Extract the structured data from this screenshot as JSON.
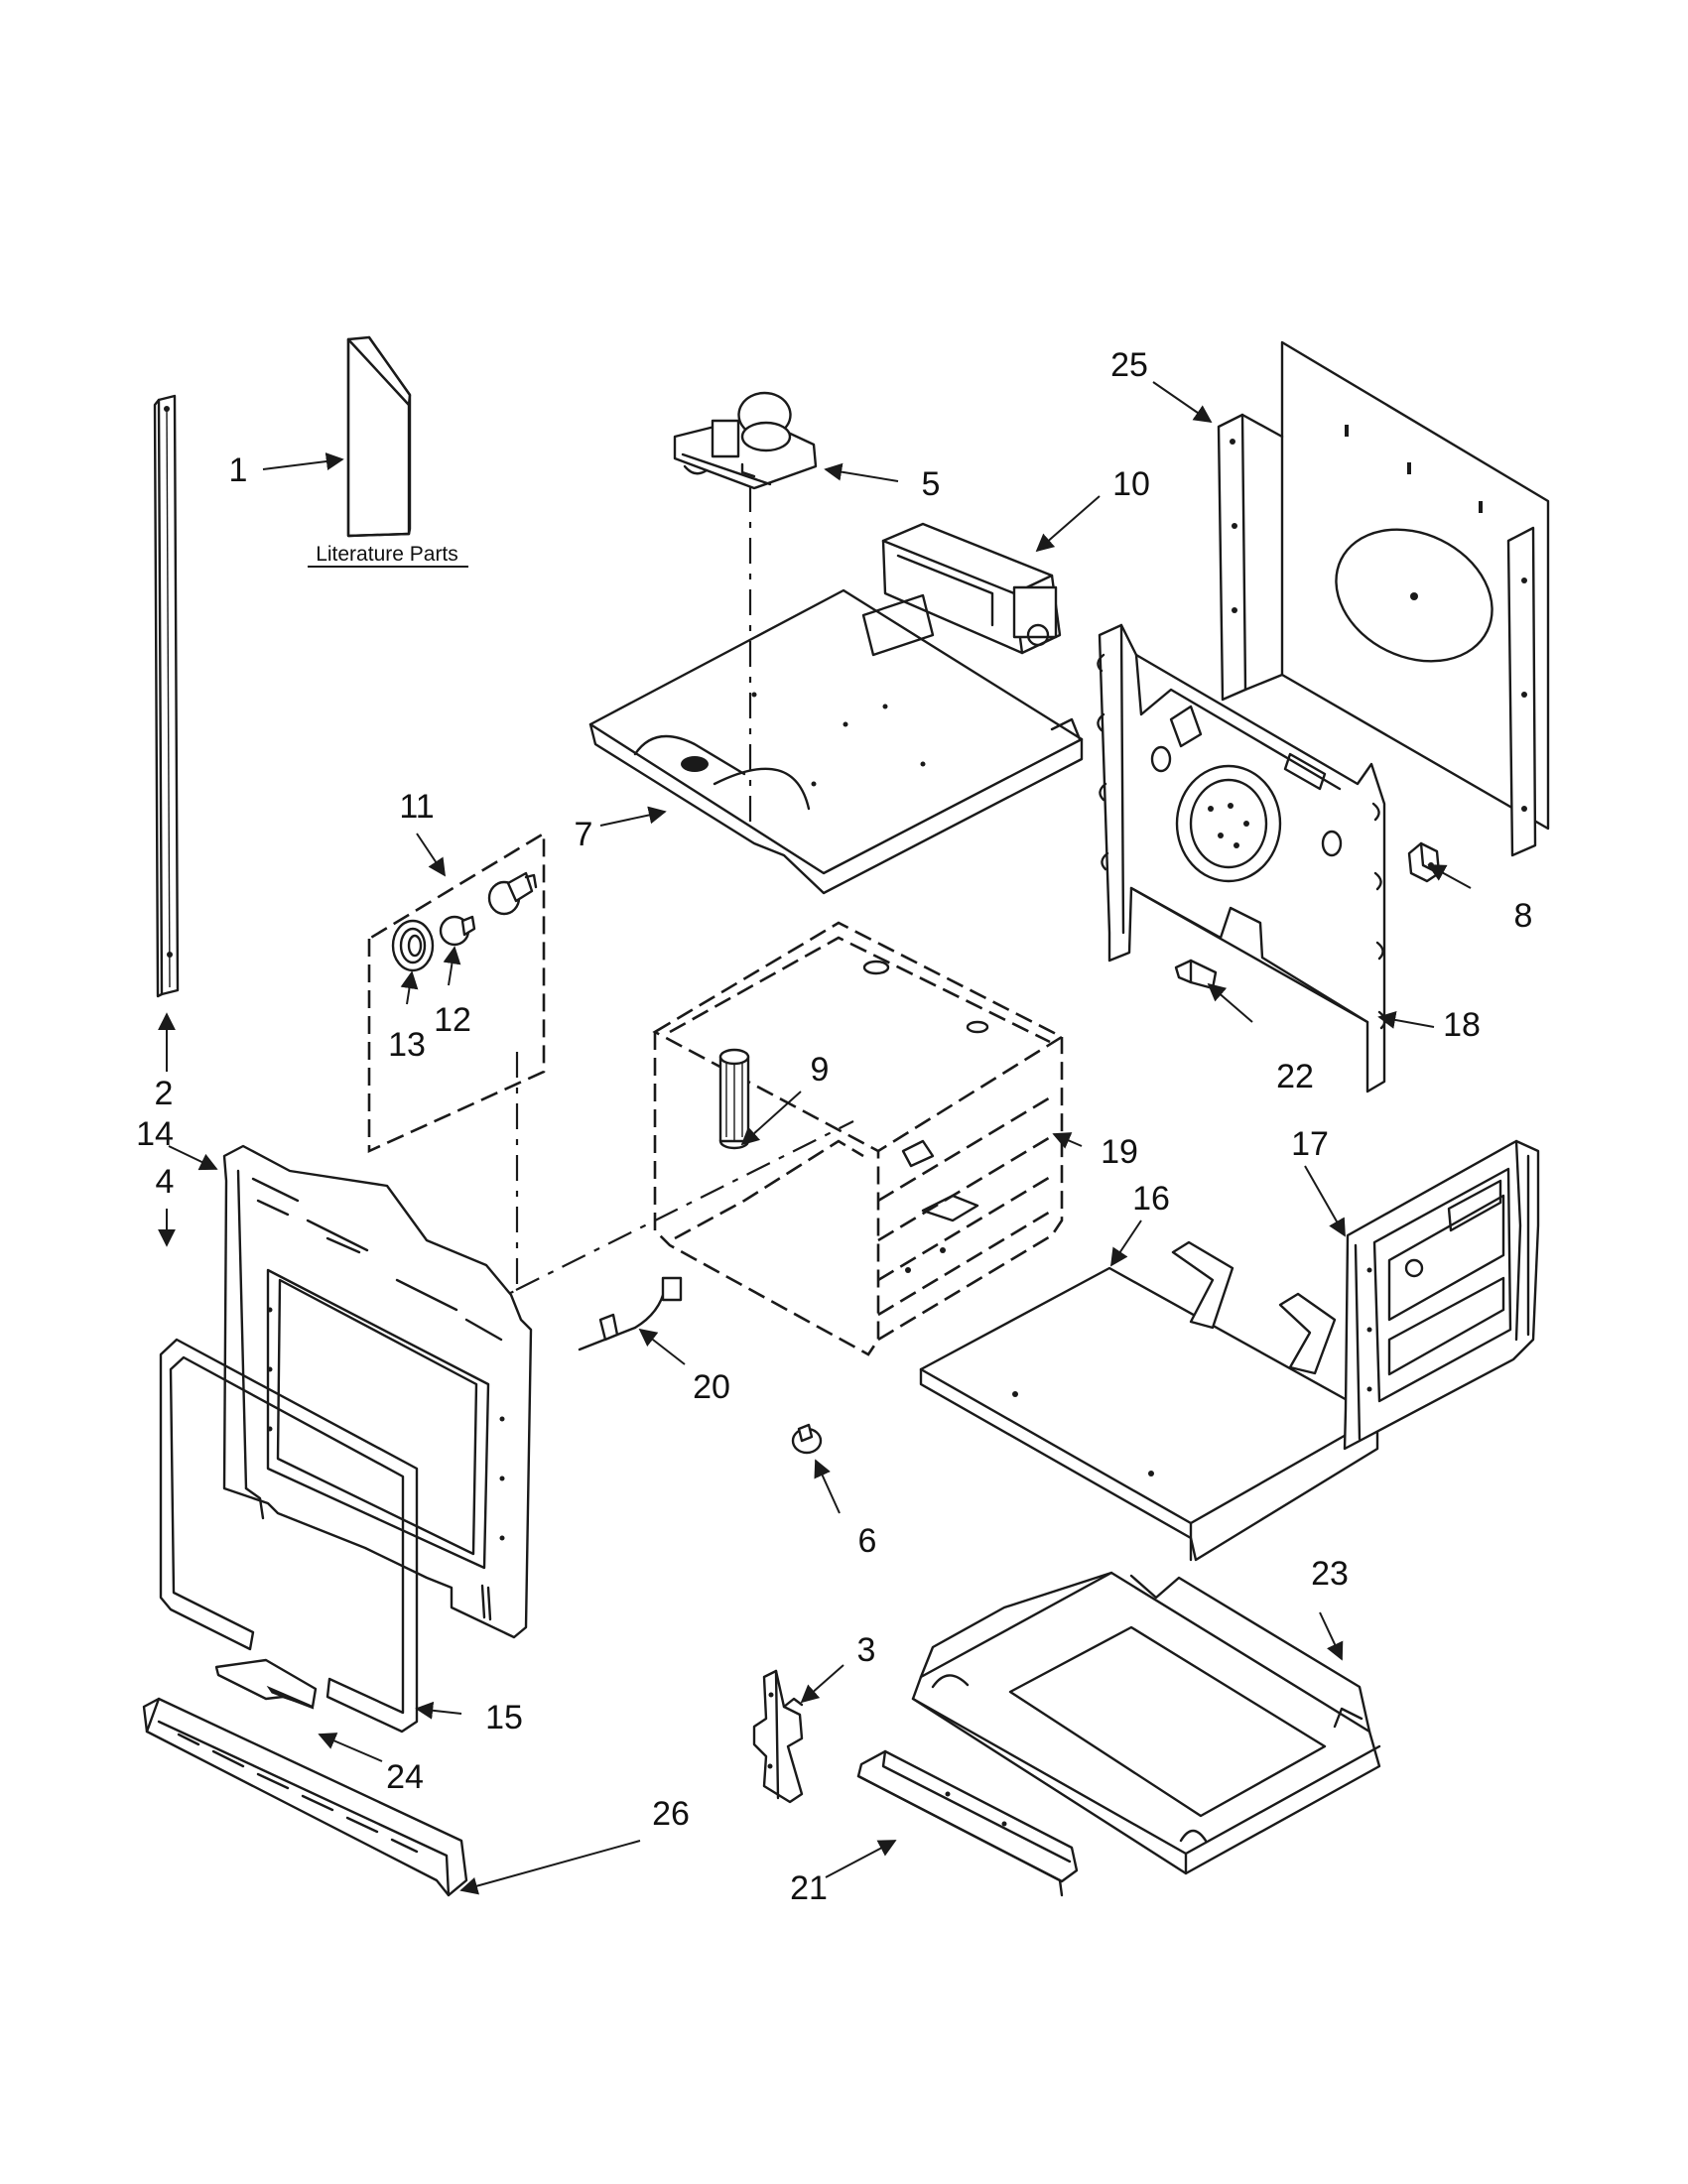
{
  "diagram": {
    "literature_caption": "Literature Parts",
    "callouts": [
      {
        "id": "c1",
        "text": "1"
      },
      {
        "id": "c2",
        "text": "2"
      },
      {
        "id": "c3",
        "text": "3"
      },
      {
        "id": "c4",
        "text": "4"
      },
      {
        "id": "c5",
        "text": "5"
      },
      {
        "id": "c6",
        "text": "6"
      },
      {
        "id": "c7",
        "text": "7"
      },
      {
        "id": "c8",
        "text": "8"
      },
      {
        "id": "c9",
        "text": "9"
      },
      {
        "id": "c10",
        "text": "10"
      },
      {
        "id": "c11",
        "text": "11"
      },
      {
        "id": "c12",
        "text": "12"
      },
      {
        "id": "c13",
        "text": "13"
      },
      {
        "id": "c14",
        "text": "14"
      },
      {
        "id": "c15",
        "text": "15"
      },
      {
        "id": "c16",
        "text": "16"
      },
      {
        "id": "c17",
        "text": "17"
      },
      {
        "id": "c18",
        "text": "18"
      },
      {
        "id": "c19",
        "text": "19"
      },
      {
        "id": "c20",
        "text": "20"
      },
      {
        "id": "c21",
        "text": "21"
      },
      {
        "id": "c22",
        "text": "22"
      },
      {
        "id": "c23",
        "text": "23"
      },
      {
        "id": "c24",
        "text": "24"
      },
      {
        "id": "c25",
        "text": "25"
      },
      {
        "id": "c26",
        "text": "26"
      }
    ]
  }
}
